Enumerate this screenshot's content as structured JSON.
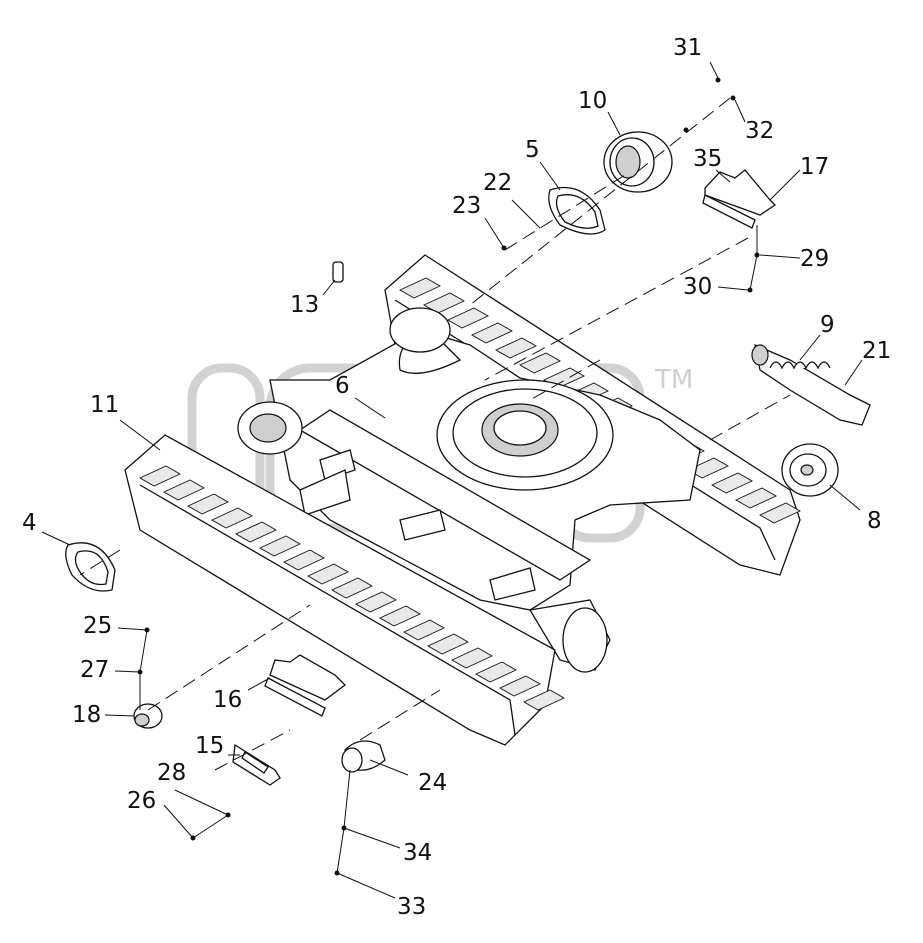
{
  "watermark": "TM",
  "callouts": [
    "31",
    "10",
    "32",
    "5",
    "35",
    "17",
    "22",
    "23",
    "29",
    "30",
    "13",
    "9",
    "21",
    "6",
    "11",
    "8",
    "4",
    "25",
    "27",
    "16",
    "18",
    "15",
    "24",
    "28",
    "26",
    "34",
    "33"
  ]
}
